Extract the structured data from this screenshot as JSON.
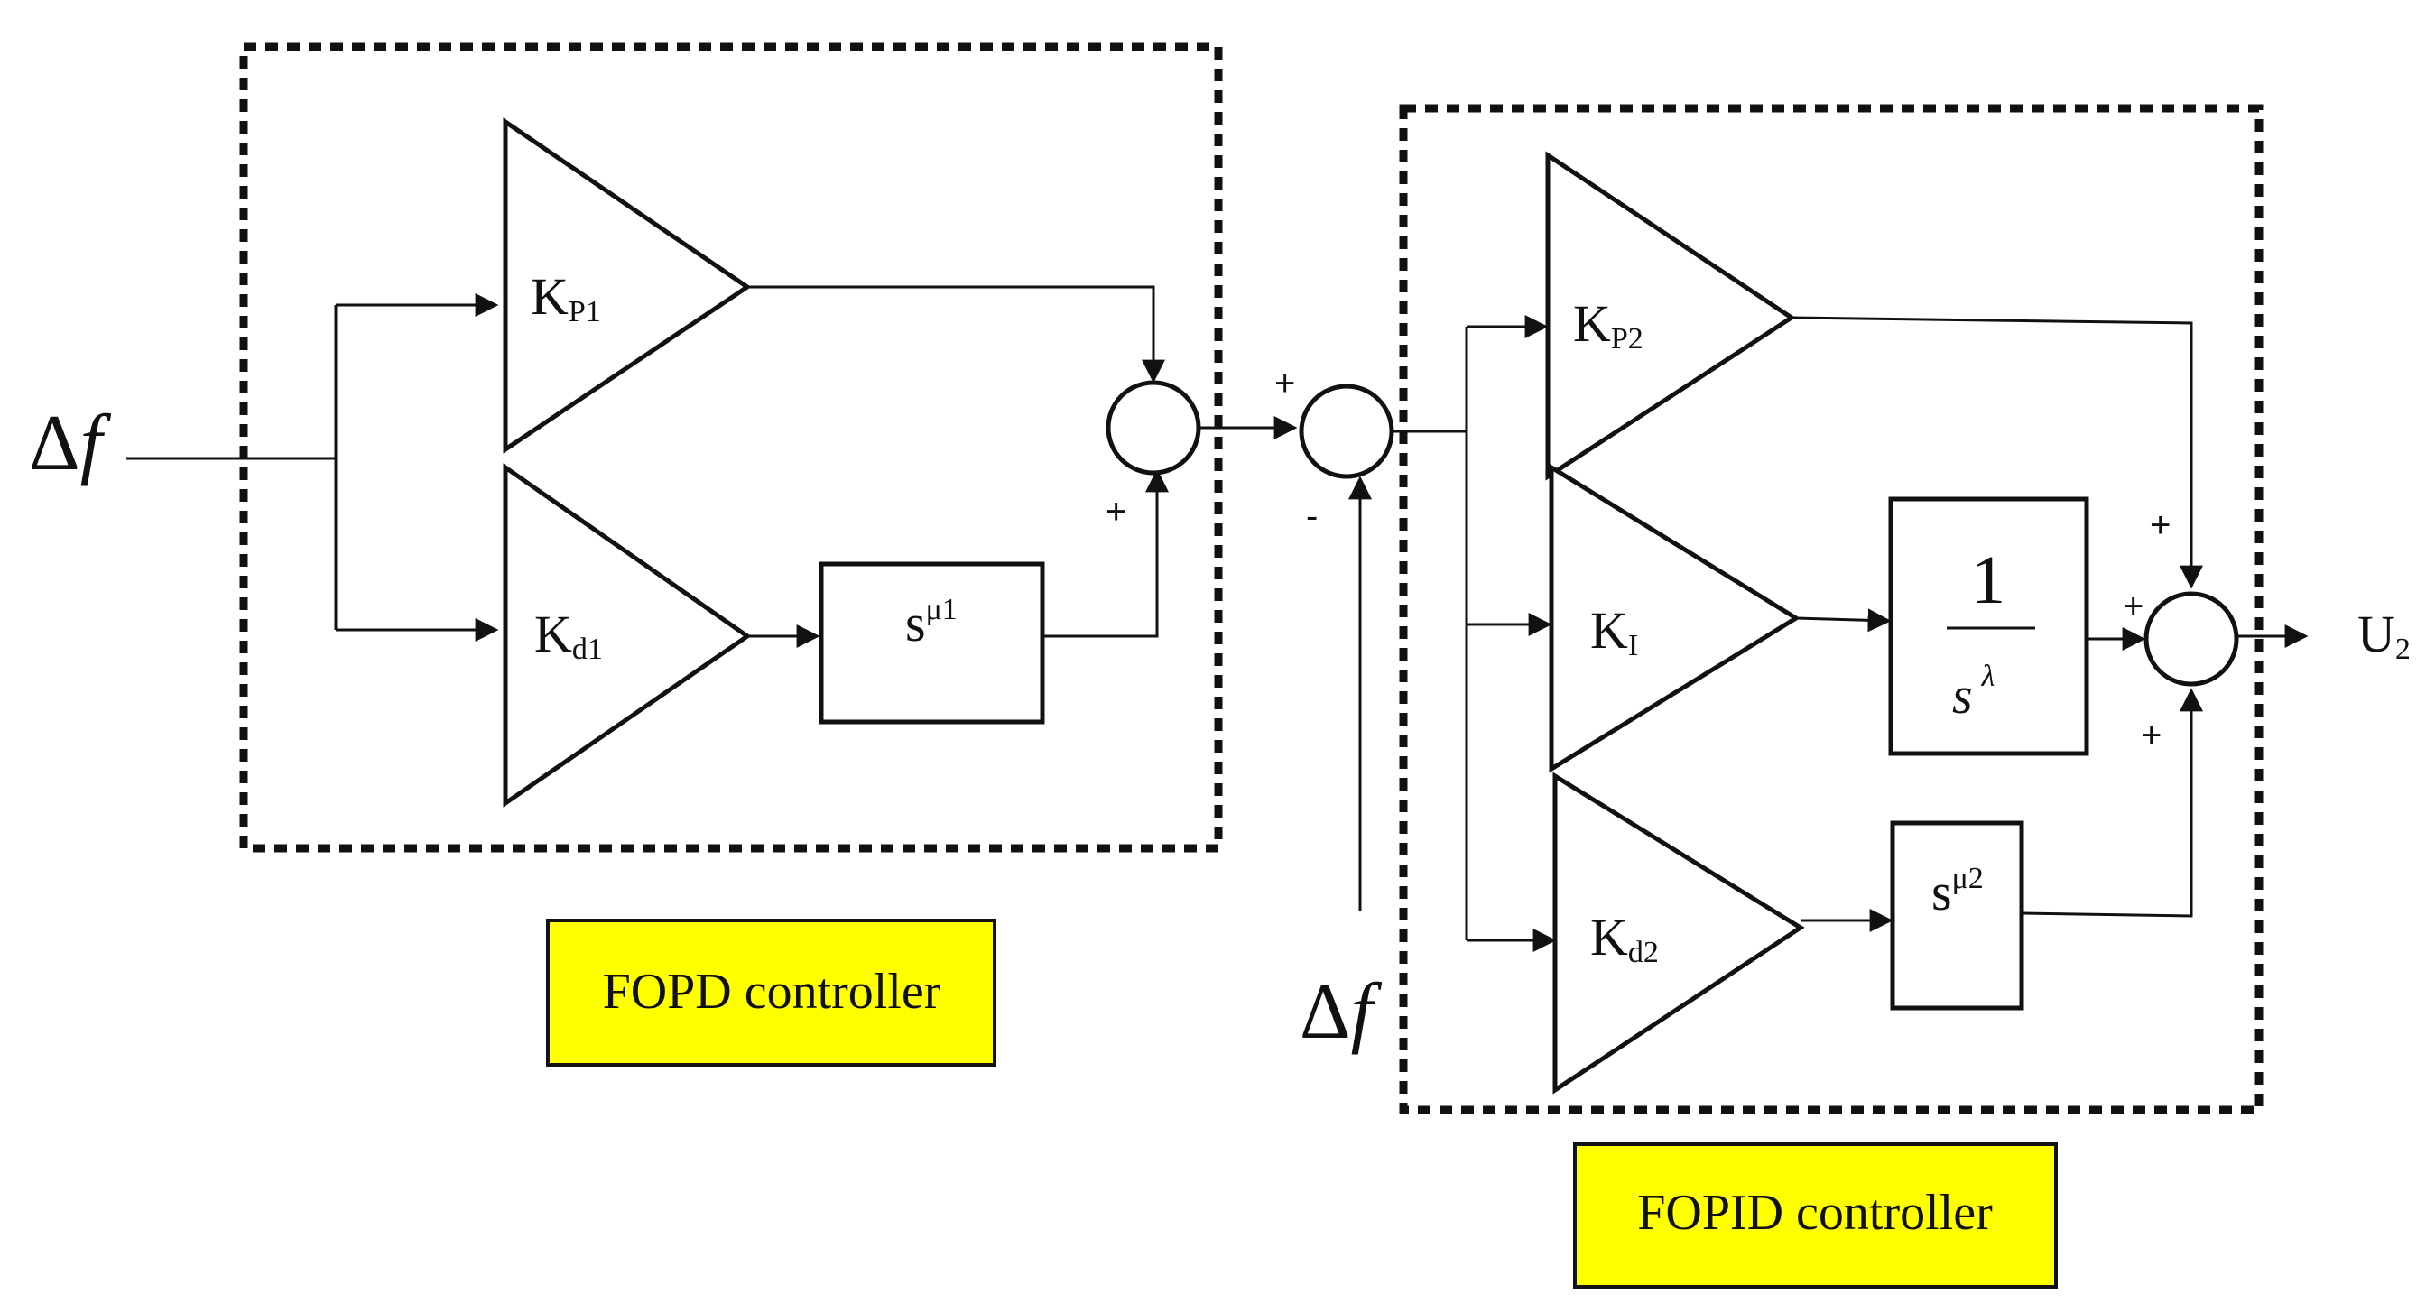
{
  "diagram": {
    "input_left": {
      "delta": "Δ",
      "f": "f"
    },
    "input_bottom": {
      "delta": "Δ",
      "f": "f"
    },
    "output": {
      "main": "U",
      "sub": "2"
    },
    "fopd": {
      "caption": "FOPD controller",
      "kp1": {
        "main": "K",
        "sub": "P1"
      },
      "kd1": {
        "main": "K",
        "sub": "d1"
      },
      "frac": {
        "main": "s",
        "sup": "μ1"
      },
      "sum_sign_bottom": "+"
    },
    "mid_sum": {
      "sign_plus": "+",
      "sign_minus": "-"
    },
    "fopid": {
      "caption": "FOPID controller",
      "kp2": {
        "main": "K",
        "sub": "P2"
      },
      "ki": {
        "main": "K",
        "sub": "I"
      },
      "kd2": {
        "main": "K",
        "sub": "d2"
      },
      "integrator": {
        "num": "1",
        "den": "s",
        "den_sup": "λ"
      },
      "frac": {
        "main": "s",
        "sup": "μ2"
      },
      "sum_sign_top": "+",
      "sum_sign_left": "+",
      "sum_sign_bottom": "+"
    },
    "colors": {
      "caption_fill": "#ffff00",
      "line": "#111111"
    }
  }
}
